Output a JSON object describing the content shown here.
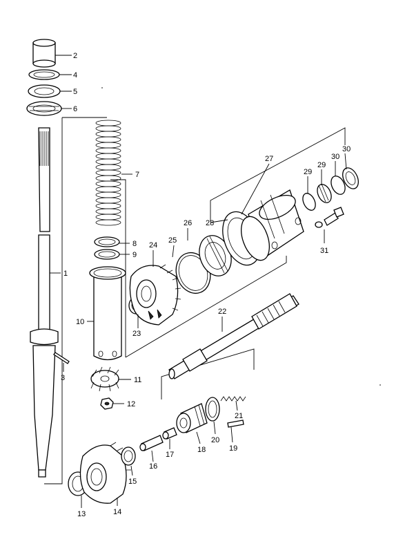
{
  "callouts": {
    "c1": "1",
    "c2": "2",
    "c3": "3",
    "c4": "4",
    "c5": "5",
    "c6": "6",
    "c7": "7",
    "c8": "8",
    "c9": "9",
    "c10": "10",
    "c11": "11",
    "c12": "12",
    "c13": "13",
    "c14": "14",
    "c15": "15",
    "c16": "16",
    "c17": "17",
    "c18": "18",
    "c19": "19",
    "c20": "20",
    "c21": "21",
    "c22": "22",
    "c23": "23",
    "c24": "24",
    "c25": "25",
    "c26": "26",
    "c27": "27",
    "c28": "28",
    "c29a": "29",
    "c29b": "29",
    "c30a": "30",
    "c30b": "30",
    "c31": "31"
  }
}
